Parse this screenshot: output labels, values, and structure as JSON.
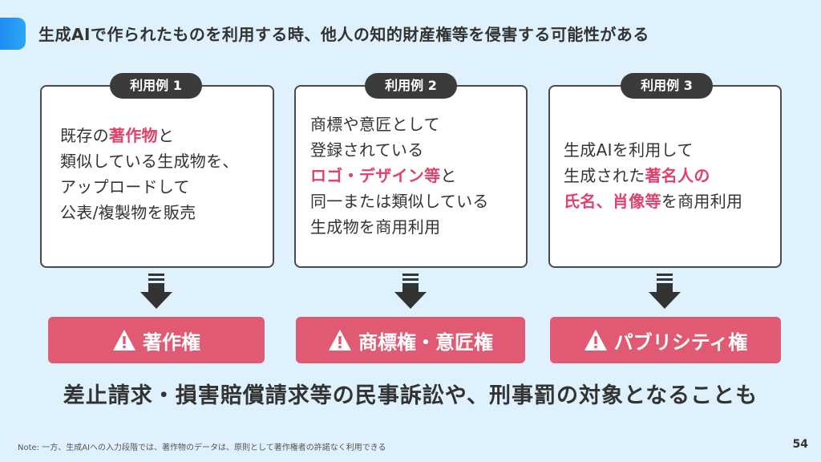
{
  "slide": {
    "title": "生成AIで作られたものを利用する時、他人の知的財産権等を侵害する可能性がある",
    "page_number": "54",
    "note": "Note: 一方、生成AIへの入力段階では、著作物のデータは、原則として著作権者の許諾なく利用できる",
    "accent_color": "#1e7ff0",
    "highlight_color": "#e0426b",
    "box_color": "#e05a73"
  },
  "examples": [
    {
      "label": "利用例 1",
      "lines": [
        [
          {
            "text": "既存の"
          },
          {
            "text": "著作物",
            "hl": true
          },
          {
            "text": "と"
          }
        ],
        [
          {
            "text": "類似している生成物を、"
          }
        ],
        [
          {
            "text": "アップロードして"
          }
        ],
        [
          {
            "text": "公表/複製物を販売"
          }
        ]
      ],
      "right": "著作権",
      "icon": "warning-icon"
    },
    {
      "label": "利用例 2",
      "lines": [
        [
          {
            "text": "商標や意匠として"
          }
        ],
        [
          {
            "text": "登録されている"
          }
        ],
        [
          {
            "text": "ロゴ・デザイン等",
            "hl": true
          },
          {
            "text": "と"
          }
        ],
        [
          {
            "text": "同一または類似している"
          }
        ],
        [
          {
            "text": "生成物を商用利用"
          }
        ]
      ],
      "right": "商標権・意匠権",
      "icon": "warning-icon"
    },
    {
      "label": "利用例 3",
      "lines": [
        [
          {
            "text": "生成AIを利用して"
          }
        ],
        [
          {
            "text": "生成された"
          },
          {
            "text": "著名人の",
            "hl": true
          }
        ],
        [
          {
            "text": "氏名、肖像等",
            "hl": true
          },
          {
            "text": "を商用利用"
          }
        ]
      ],
      "right": "パブリシティ権",
      "icon": "warning-icon"
    }
  ],
  "conclusion": "差止請求・損害賠償請求等の民事訴訟や、刑事罰の対象となることも"
}
